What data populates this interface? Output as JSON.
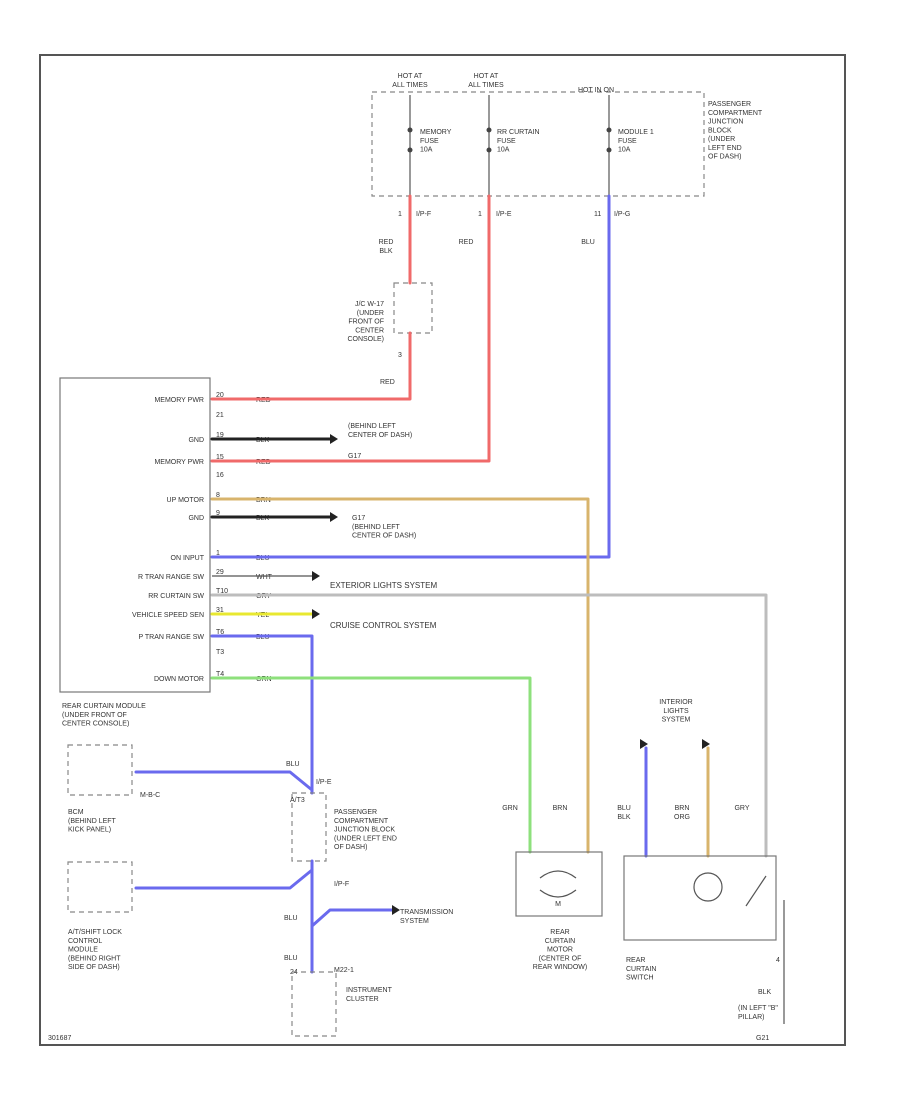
{
  "colors": {
    "red": "#f06a6a",
    "blue": "#6a6aee",
    "tan": "#d8b46c",
    "green": "#8ee07c",
    "yellow": "#e8e830",
    "gray": "#bdbdbd",
    "frame": "#555555"
  },
  "fuse_block": {
    "hot_labels": [
      "HOT AT\nALL TIMES",
      "HOT AT\nALL TIMES",
      "HOT IN ON"
    ],
    "fuses": [
      {
        "name": "MEMORY\nFUSE\n10A",
        "pin": "1",
        "conn": "I/P-F"
      },
      {
        "name": "RR CURTAIN\nFUSE\n10A",
        "pin": "1",
        "conn": "I/P-E"
      },
      {
        "name": "MODULE 1\nFUSE\n10A",
        "pin": "11",
        "conn": "I/P-G"
      }
    ],
    "location": "PASSENGER\nCOMPARTMENT\nJUNCTION\nBLOCK\n(UNDER\nLEFT END\nOF DASH)"
  },
  "wire_colors_top": [
    "RED\nBLK",
    "RED",
    "BLU"
  ],
  "jc": {
    "label": "J/C W-17\n(UNDER\nFRONT OF\nCENTER\nCONSOLE)",
    "pin": "3",
    "wire": "RED"
  },
  "module": {
    "pins": [
      {
        "name": "MEMORY PWR",
        "num": "20",
        "wire": "RED"
      },
      {
        "name": "",
        "num": "21",
        "wire": ""
      },
      {
        "name": "GND",
        "num": "19",
        "wire": "BLK"
      },
      {
        "name": "MEMORY PWR",
        "num": "15",
        "wire": "RED"
      },
      {
        "name": "",
        "num": "16",
        "wire": ""
      },
      {
        "name": "UP MOTOR",
        "num": "8",
        "wire": "BRN"
      },
      {
        "name": "GND",
        "num": "9",
        "wire": "BLK"
      },
      {
        "name": "",
        "num": "",
        "wire": ""
      },
      {
        "name": "ON INPUT",
        "num": "1",
        "wire": "BLU"
      },
      {
        "name": "R TRAN RANGE SW",
        "num": "29",
        "wire": "WHT"
      },
      {
        "name": "RR CURTAIN SW",
        "num": "T10",
        "wire": "GRY"
      },
      {
        "name": "VEHICLE SPEED SEN",
        "num": "31",
        "wire": "YEL"
      },
      {
        "name": "P TRAN RANGE SW",
        "num": "T6",
        "wire": "BLU"
      },
      {
        "name": "",
        "num": "T3",
        "wire": ""
      },
      {
        "name": "DOWN MOTOR",
        "num": "T4",
        "wire": "GRN"
      }
    ],
    "title": "REAR CURTAIN MODULE\n(UNDER FRONT OF\nCENTER CONSOLE)",
    "conn_label": "M-B-C"
  },
  "grounds": {
    "g1": "(BEHIND LEFT\nCENTER OF DASH)",
    "g1_tail": "G17",
    "g2": "G17\n(BEHIND LEFT\nCENTER OF DASH)"
  },
  "systems": {
    "exterior": "EXTERIOR LIGHTS SYSTEM",
    "cruise": "CRUISE CONTROL SYSTEM",
    "transmission": "TRANSMISSION\nSYSTEM",
    "interior": "INTERIOR\nLIGHTS\nSYSTEM"
  },
  "lower_left": {
    "bcm": "BCM\n(BEHIND LEFT\nKICK PANEL)",
    "atlock": "A/T/SHIFT LOCK\nCONTROL\nMODULE\n(BEHIND RIGHT\nSIDE OF DASH)",
    "blu": "BLU",
    "conn_ip": "I/P-E",
    "junction": "PASSENGER\nCOMPARTMENT\nJUNCTION BLOCK\n(UNDER LEFT END\nOF DASH)",
    "conn_ipf": "I/P-F",
    "cluster": "INSTRUMENT\nCLUSTER",
    "cluster_conn": "M22-1",
    "pin_a": "A/T3",
    "pin_b": "24"
  },
  "motor": {
    "label": "REAR\nCURTAIN\nMOTOR\n(CENTER OF\nREAR WINDOW)",
    "wires": [
      "GRN",
      "BRN"
    ],
    "symbol": "M"
  },
  "rear_switch": {
    "label": "REAR\nCURTAIN\nSWITCH",
    "wires": [
      "BLU\nBLK",
      "BRN\nORG",
      "GRY"
    ],
    "gnd_wire": "BLK",
    "gnd_label": "(IN LEFT \"B\"\nPILLAR)",
    "gnd_id": "G21",
    "pin": "4"
  },
  "footer": "301687"
}
